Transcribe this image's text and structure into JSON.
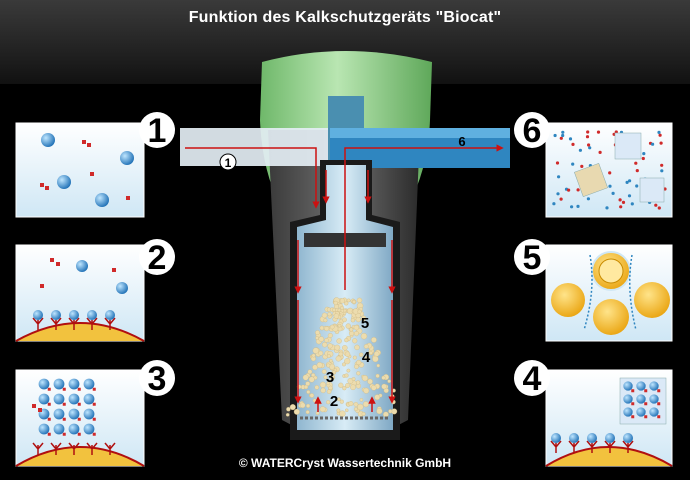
{
  "title": "Funktion des Kalkschutzgeräts \"Biocat\"",
  "copyright": "© WATERCryst Wassertechnik GmbH",
  "steps": [
    {
      "label": "1"
    },
    {
      "label": "2"
    },
    {
      "label": "3"
    },
    {
      "label": "4"
    },
    {
      "label": "5"
    },
    {
      "label": "6"
    }
  ],
  "flow_labels": {
    "inlet": "1",
    "outlet": "6"
  },
  "cartridge_labels": [
    "2",
    "3",
    "4",
    "5"
  ],
  "colors": {
    "housing_green": "#8fd08a",
    "water_blue": "#2f86c0",
    "pipe_light": "#d8ecf6",
    "flow_arrow": "#cc1111",
    "granulate": "#e9dcb4",
    "crystal_core": "#f2b21a"
  }
}
